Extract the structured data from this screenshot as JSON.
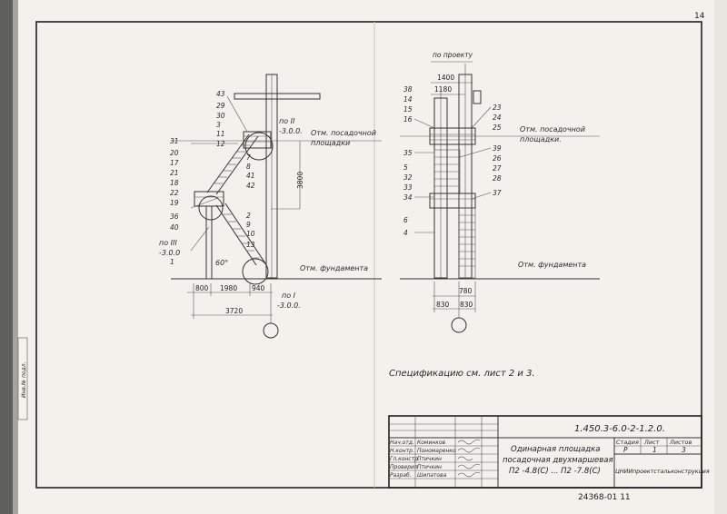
{
  "sheet": {
    "side_labels": [
      "Инв.№ подл."
    ],
    "top_right_mark": "14"
  },
  "left_view": {
    "parts_top": [
      "43",
      "29",
      "30",
      "3",
      "11",
      "12"
    ],
    "parts_left": [
      "31",
      "20",
      "17",
      "21",
      "18",
      "22",
      "19"
    ],
    "parts_mid": [
      "7",
      "8",
      "41",
      "42"
    ],
    "parts_low": [
      "2",
      "9",
      "10",
      "13"
    ],
    "parts_bottom_left": [
      "36",
      "40"
    ],
    "part_1": "1",
    "section_II": "по II",
    "section_II_elev": "-3.0.0.",
    "section_III": "по III",
    "section_III_elev": "-3.0.0",
    "section_I": "по I",
    "section_I_elev": "-3.0.0.",
    "angle": "60°",
    "height_dim": "3800",
    "dim_800": "800",
    "dim_1980": "1980",
    "dim_940": "940",
    "dim_total": "3720",
    "landing_mark_1": "Отм. посадочной",
    "landing_mark_2": "площадки",
    "foundation_mark": "Отм. фундамента"
  },
  "right_view": {
    "by_project": "по проекту",
    "dim_1400": "1400",
    "dim_1180": "1180",
    "parts_left": [
      "38",
      "14",
      "15",
      "16",
      "35",
      "5",
      "32",
      "33",
      "34",
      "6",
      "4"
    ],
    "parts_right": [
      "23",
      "24",
      "25",
      "39",
      "26",
      "27",
      "28",
      "37"
    ],
    "landing_mark_1": "Отм. посадочной",
    "landing_mark_2": "площадки.",
    "foundation_mark": "Отм. фундамента",
    "dim_780": "780",
    "dim_830a": "830",
    "dim_830b": "830"
  },
  "spec_note": "Спецификацию   см.   лист   2 и 3.",
  "title_block": {
    "code": "1.450.3-6.0-2-1.2.0.",
    "roles": [
      "Нач.отд.",
      "Н.контр.",
      "Гл.констр.",
      "Проверил",
      "Разраб."
    ],
    "names": [
      "Коминков",
      "Пономаренко",
      "Птичкин",
      "Птичкин",
      "Шипатова"
    ],
    "title_line1": "Одинарная  площадка",
    "title_line2": "посадочная двухмаршевая",
    "title_line3": "П2 -4.8(С) ... П2 -7.8(С)",
    "stage_h": "Стадия",
    "sheet_h": "Лист",
    "sheets_h": "Листов",
    "stage": "Р",
    "sheet": "1",
    "sheets": "3",
    "org": "ЦНИИпроектстальконструкция",
    "doc_no": "24368-01  11"
  }
}
